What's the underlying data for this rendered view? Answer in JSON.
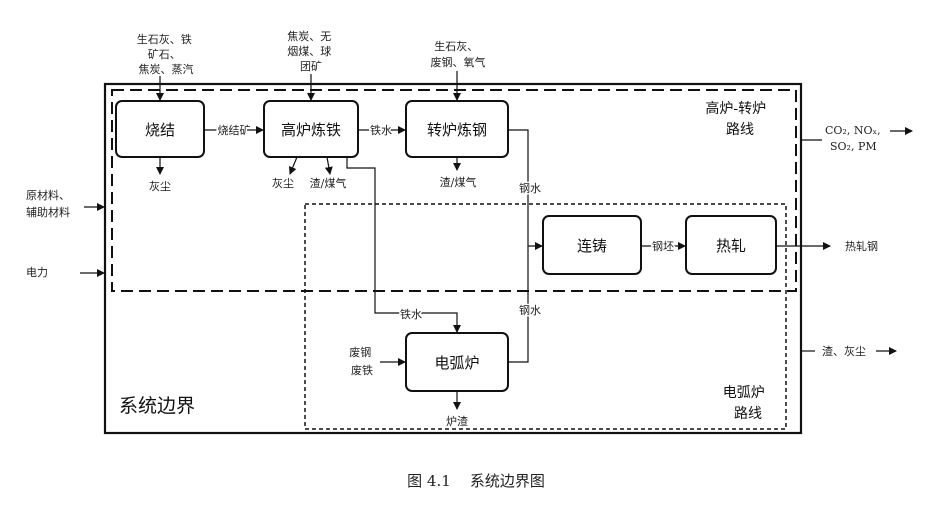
{
  "inputs": {
    "sinter": [
      "生石灰、铁",
      "矿石、",
      "焦炭、蒸汽"
    ],
    "bf": [
      "焦炭、无",
      "烟煤、球",
      "团矿"
    ],
    "bof": [
      "生石灰、",
      "废钢、氧气"
    ],
    "raw": [
      "原材料、",
      "辅助材料"
    ],
    "power": "电力",
    "scrap": [
      "废钢",
      "废铁"
    ]
  },
  "boxes": {
    "sinter": "烧结",
    "bf": "高炉炼铁",
    "bof": "转炉炼钢",
    "cc": "连铸",
    "hr": "热轧",
    "eaf": "电弧炉"
  },
  "flows": {
    "sinter_ore": "烧结矿",
    "hot_metal_1": "铁水",
    "hot_metal_2": "铁水",
    "molten_steel_1": "钢水",
    "molten_steel_2": "钢水",
    "billet": "钢坯"
  },
  "byproducts": {
    "sinter_dust": "灰尘",
    "bf_dust": "灰尘",
    "bf_slag": "渣/煤气",
    "bof_slag": "渣/煤气",
    "eaf_slag": "炉渣"
  },
  "outputs": {
    "emissions": [
      "CO₂, NOₓ,",
      "SO₂, PM"
    ],
    "hot_rolled": "热轧钢",
    "slag_dust": "渣、灰尘"
  },
  "routes": {
    "bf_bof": [
      "高炉-转炉",
      "路线"
    ],
    "eaf": [
      "电弧炉",
      "路线"
    ]
  },
  "boundary_label": "系统边界",
  "caption": "图 4.1    系统边界图"
}
